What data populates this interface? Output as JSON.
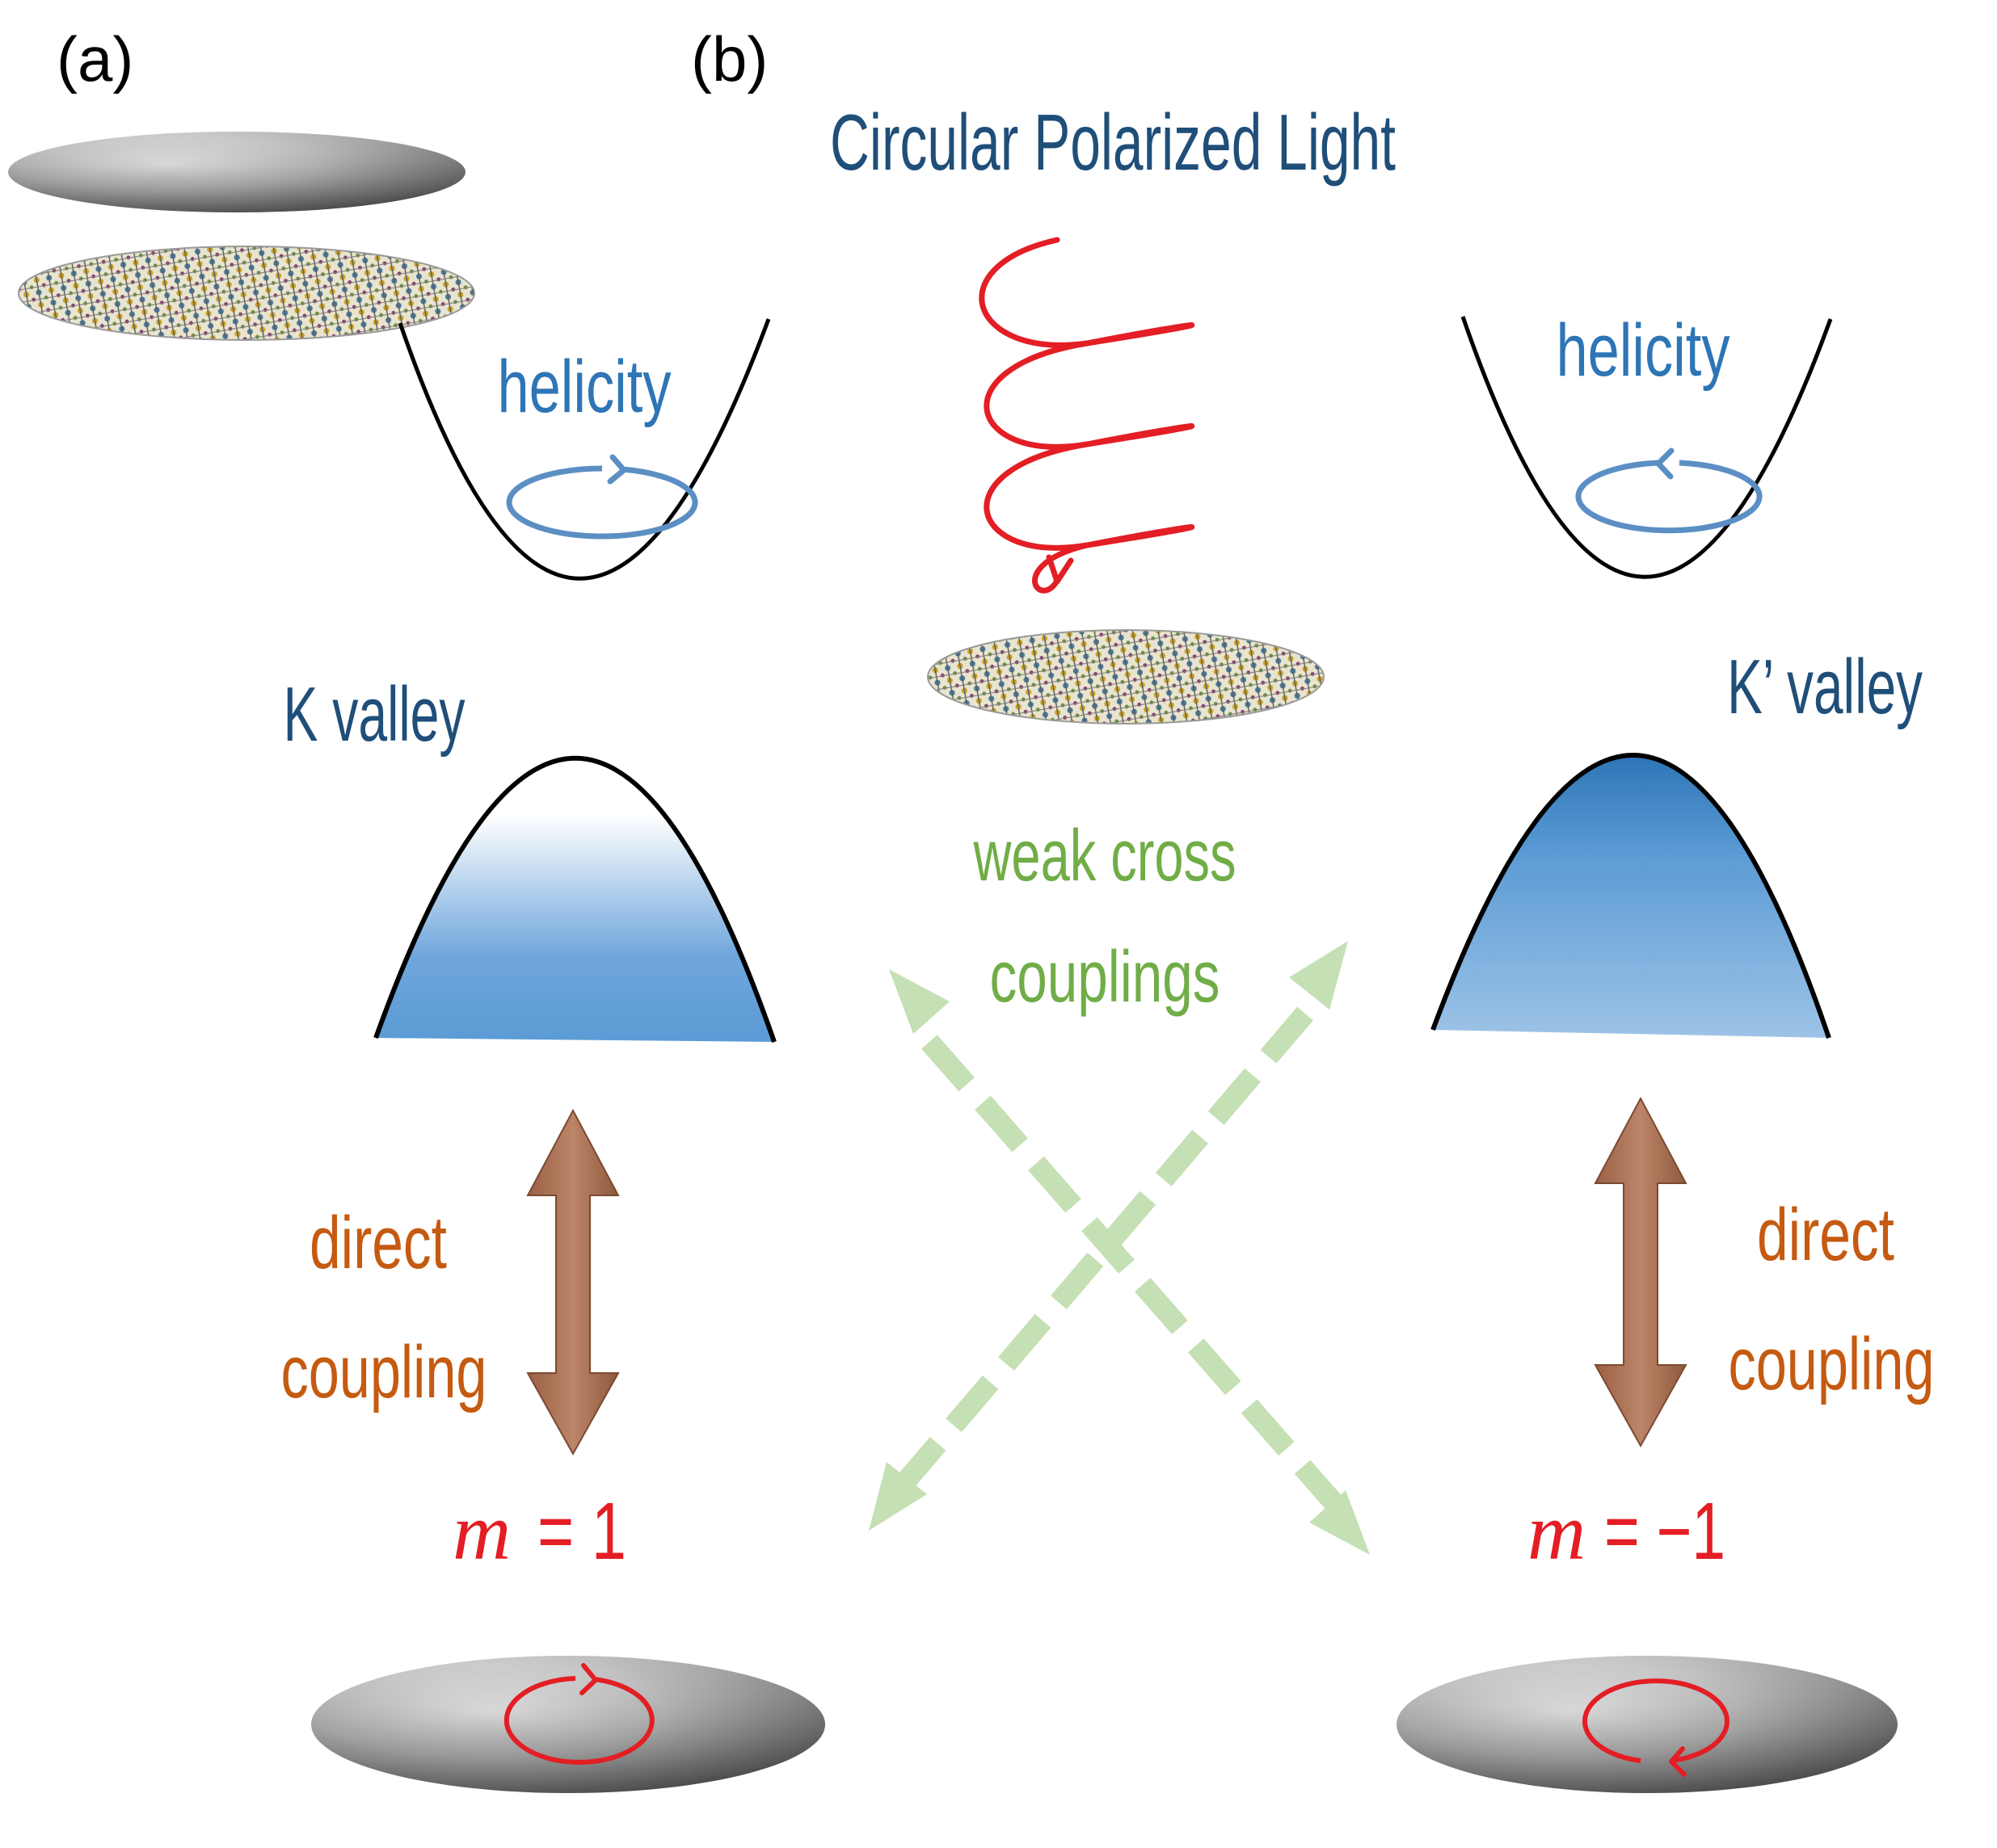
{
  "panels": {
    "a": "(a)",
    "b": "(b)"
  },
  "title": "Circular Polarized Light",
  "left": {
    "helicity": "helicity",
    "valley": "K valley",
    "direct_line1": "direct",
    "direct_line2": "coupling",
    "m_symbol": "m",
    "m_value": "= 1"
  },
  "right": {
    "helicity": "helicity",
    "valley": "K’ valley",
    "direct_line1": "direct",
    "direct_line2": "coupling",
    "m_symbol": "m",
    "m_value": "= −1"
  },
  "cross": {
    "line1": "weak cross",
    "line2": "couplings"
  },
  "colors": {
    "title": "#1f4e79",
    "helicity": "#2e75b6",
    "cross": "#70ad47",
    "cross_arrow": "#c5e0b4",
    "direct": "#c55a11",
    "direct_arrow": "#b07a5c",
    "light": "#e31e24",
    "band_fill": "#5b9bd5"
  }
}
